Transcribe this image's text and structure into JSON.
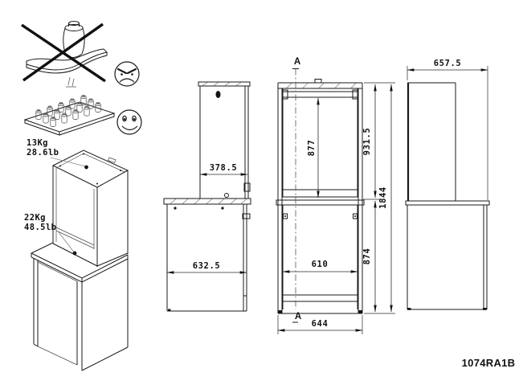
{
  "drawing": {
    "part_number": "1074RA1B",
    "section_marker": "A",
    "load_limits": {
      "hutch_top": {
        "kg": "13Kg",
        "lb": "28.6lb"
      },
      "desk_top": {
        "kg": "22Kg",
        "lb": "48.5lb"
      }
    },
    "dimensions_mm": {
      "hutch_depth": "378.5",
      "desk_depth": "632.5",
      "hutch_inner_height": "877",
      "upper_section_height": "931.5",
      "lower_section_height": "874",
      "overall_height": "1844",
      "desk_inner_width": "610",
      "overall_width": "644",
      "overall_depth": "657.5"
    },
    "colors": {
      "line": "#1a1a1a",
      "background": "#ffffff"
    }
  }
}
